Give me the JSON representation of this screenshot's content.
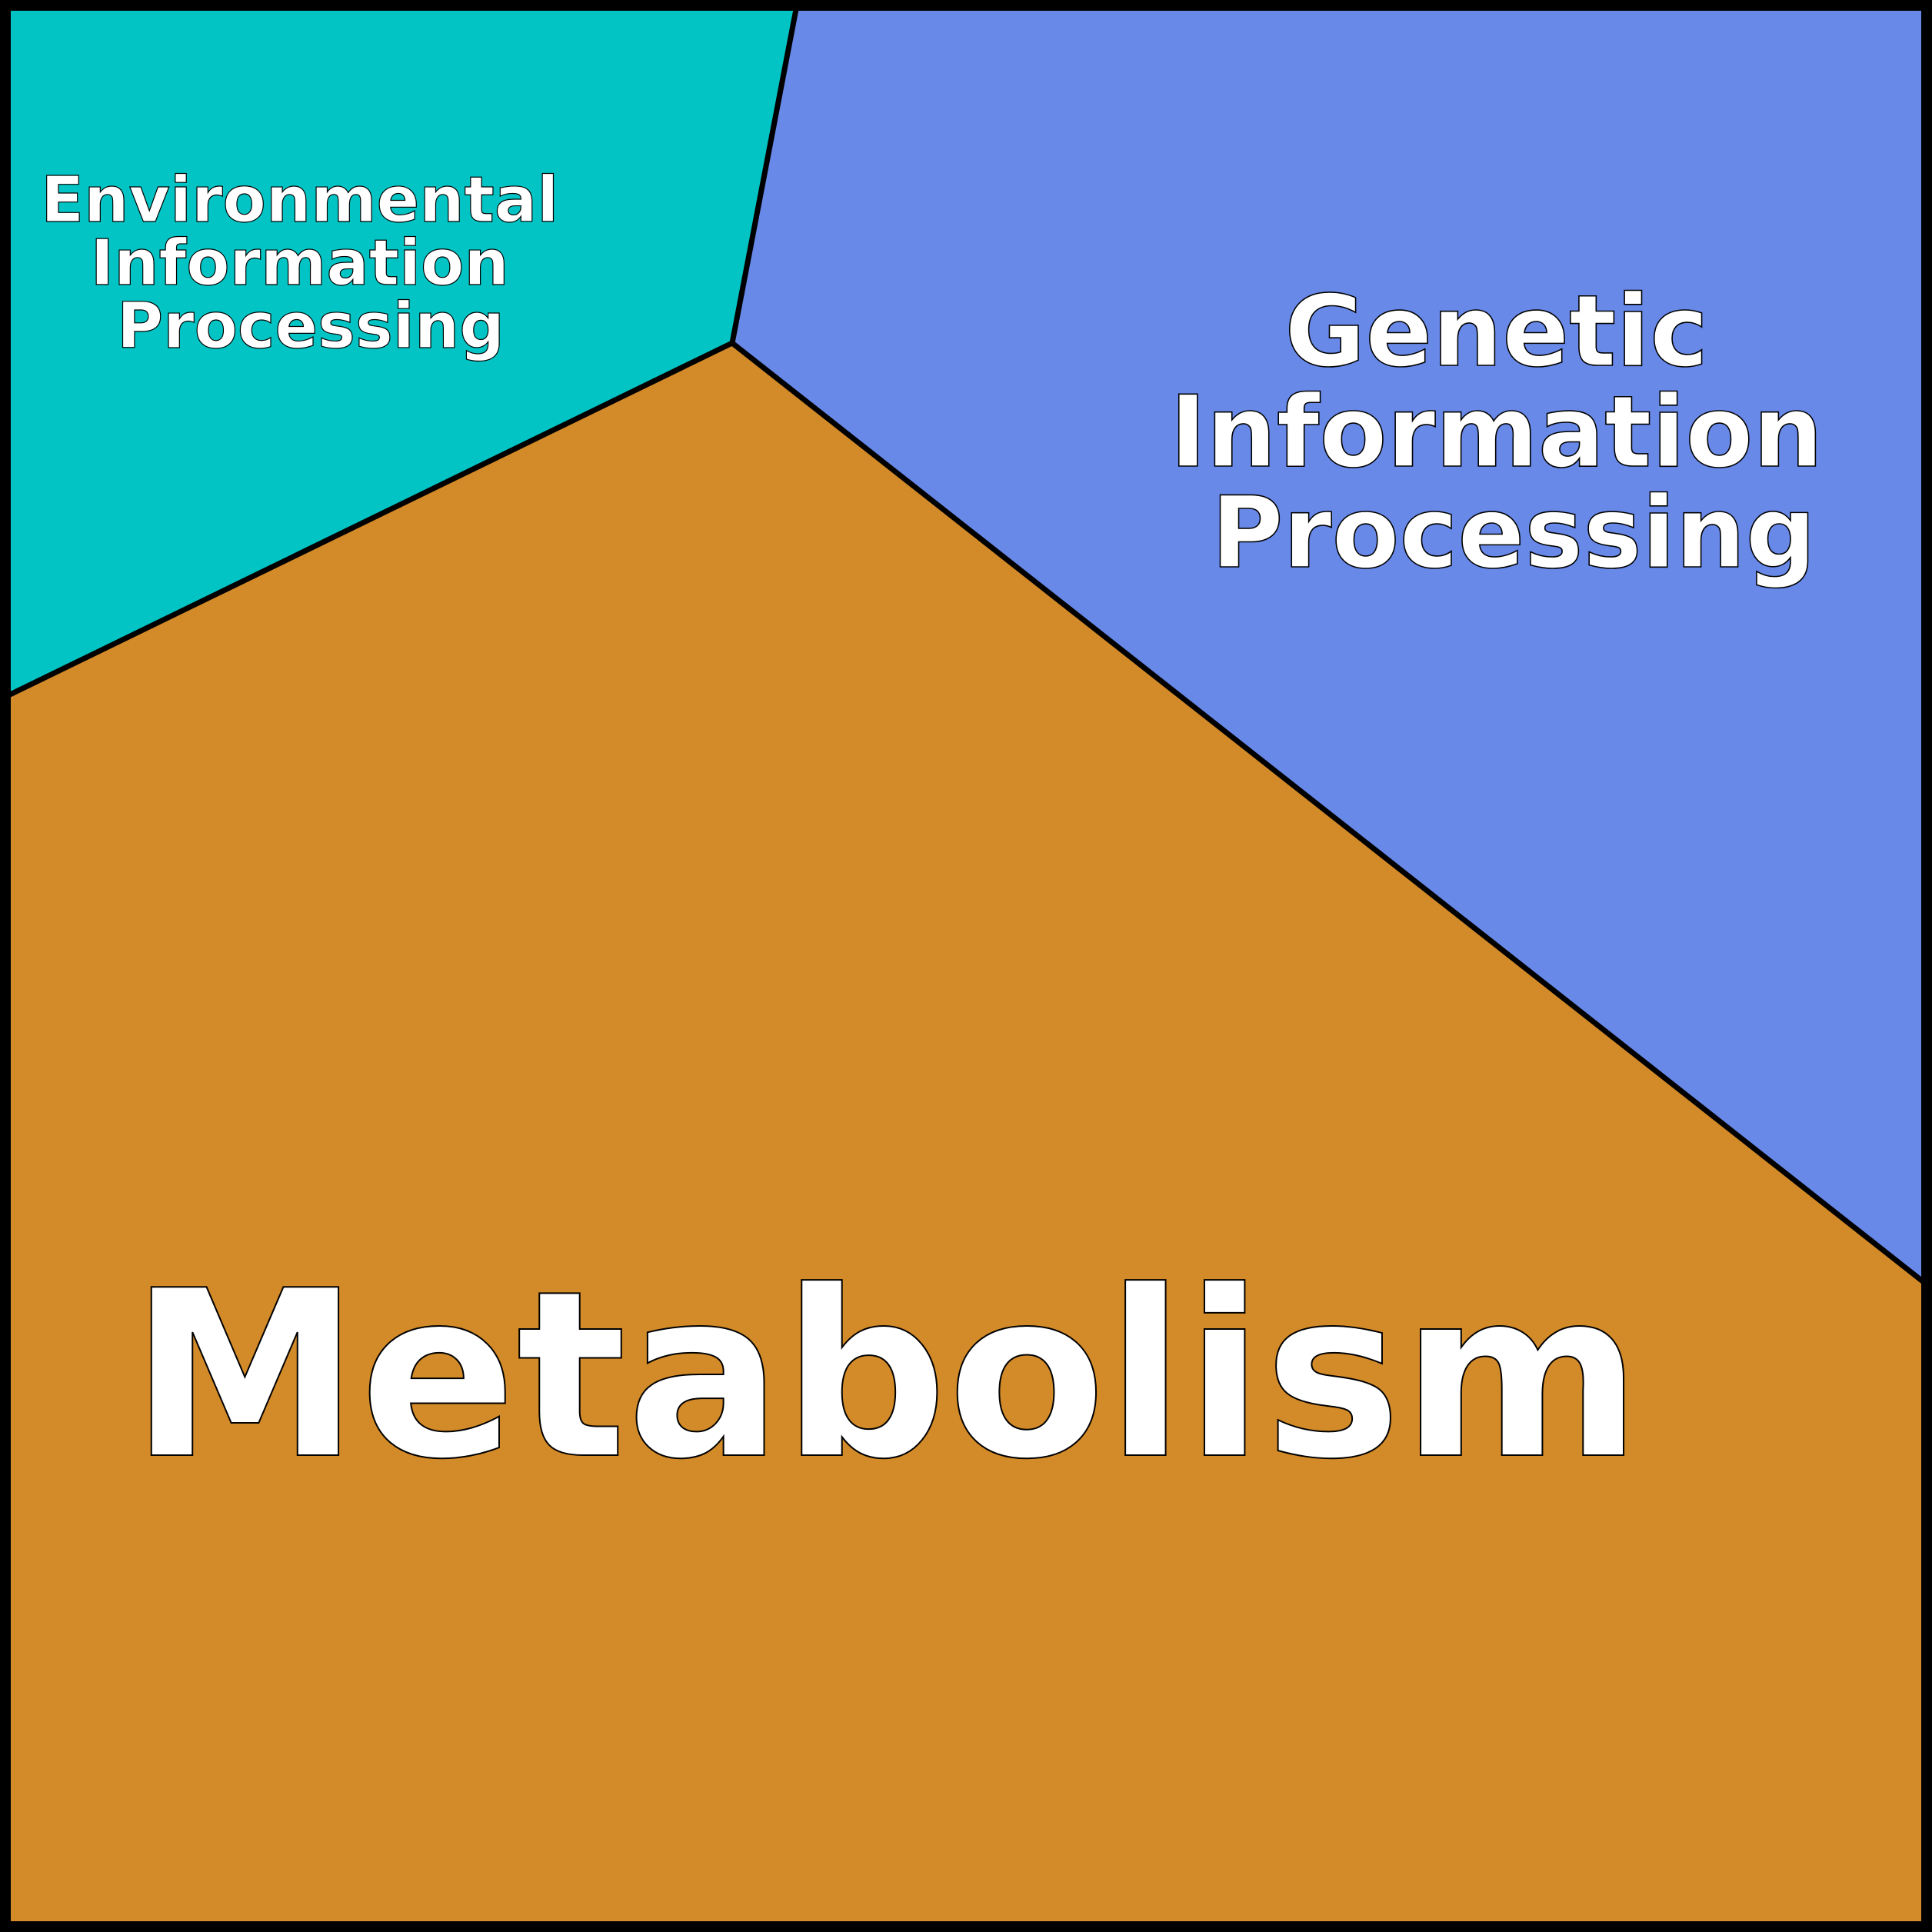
{
  "diagram": {
    "type": "voronoi-treemap",
    "regions": [
      {
        "id": "environmental",
        "label_lines": [
          "Environmental",
          "Information",
          "Processing"
        ],
        "color": "#02C4C4"
      },
      {
        "id": "genetic",
        "label_lines": [
          "Genetic",
          "Information",
          "Processing"
        ],
        "color": "#6889E8"
      },
      {
        "id": "metabolism",
        "label_lines": [
          "Metabolism"
        ],
        "color": "#D38A28"
      }
    ],
    "border_color": "#000000",
    "label_color": "#FFFFFF"
  }
}
